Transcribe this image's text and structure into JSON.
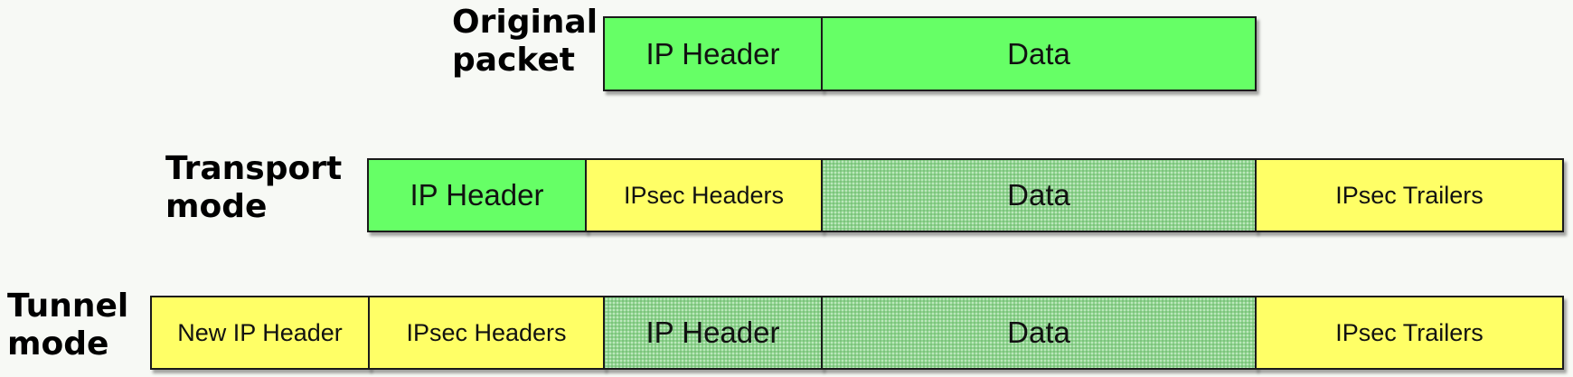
{
  "rows": {
    "original": {
      "label": "Original\npacket",
      "segments": [
        "IP Header",
        "Data"
      ]
    },
    "transport": {
      "label": "Transport\nmode",
      "segments": [
        "IP Header",
        "IPsec Headers",
        "Data",
        "IPsec Trailers"
      ]
    },
    "tunnel": {
      "label": "Tunnel\nmode",
      "segments": [
        "New IP Header",
        "IPsec Headers",
        "IP Header",
        "Data",
        "IPsec Trailers"
      ]
    }
  },
  "colors": {
    "plain": "#66ff66",
    "ipsec": "#ffff66",
    "encrypted": "#8fd48f"
  }
}
